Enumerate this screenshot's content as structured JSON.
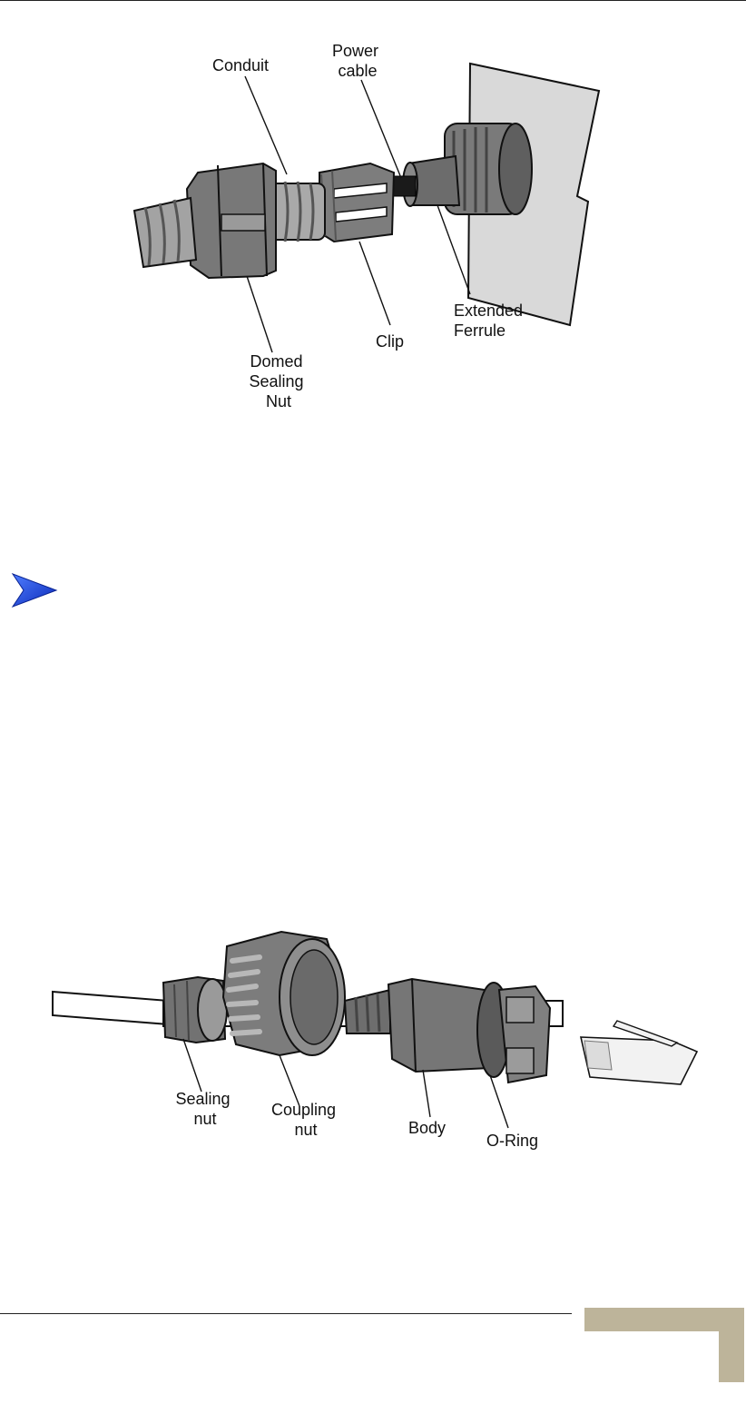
{
  "figure1": {
    "labels": {
      "conduit": "Conduit",
      "power_cable": [
        "Power",
        "cable"
      ],
      "domed_sealing_nut": [
        "Domed",
        "Sealing",
        "Nut"
      ],
      "clip": "Clip",
      "extended_ferrule": [
        "Extended",
        "Ferrule"
      ]
    }
  },
  "figure2": {
    "labels": {
      "sealing_nut": [
        "Sealing",
        "nut"
      ],
      "coupling_nut": [
        "Coupling",
        "nut"
      ],
      "body": "Body",
      "o_ring": "O-Ring"
    }
  },
  "colors": {
    "part_dark": "#6f6f6f",
    "part_mid": "#8c8c8c",
    "part_light": "#b4b4b4",
    "panel": "#dcdcdc",
    "accent_tab": "#bdb49a",
    "bullet_blue": "#1a3fd6"
  }
}
